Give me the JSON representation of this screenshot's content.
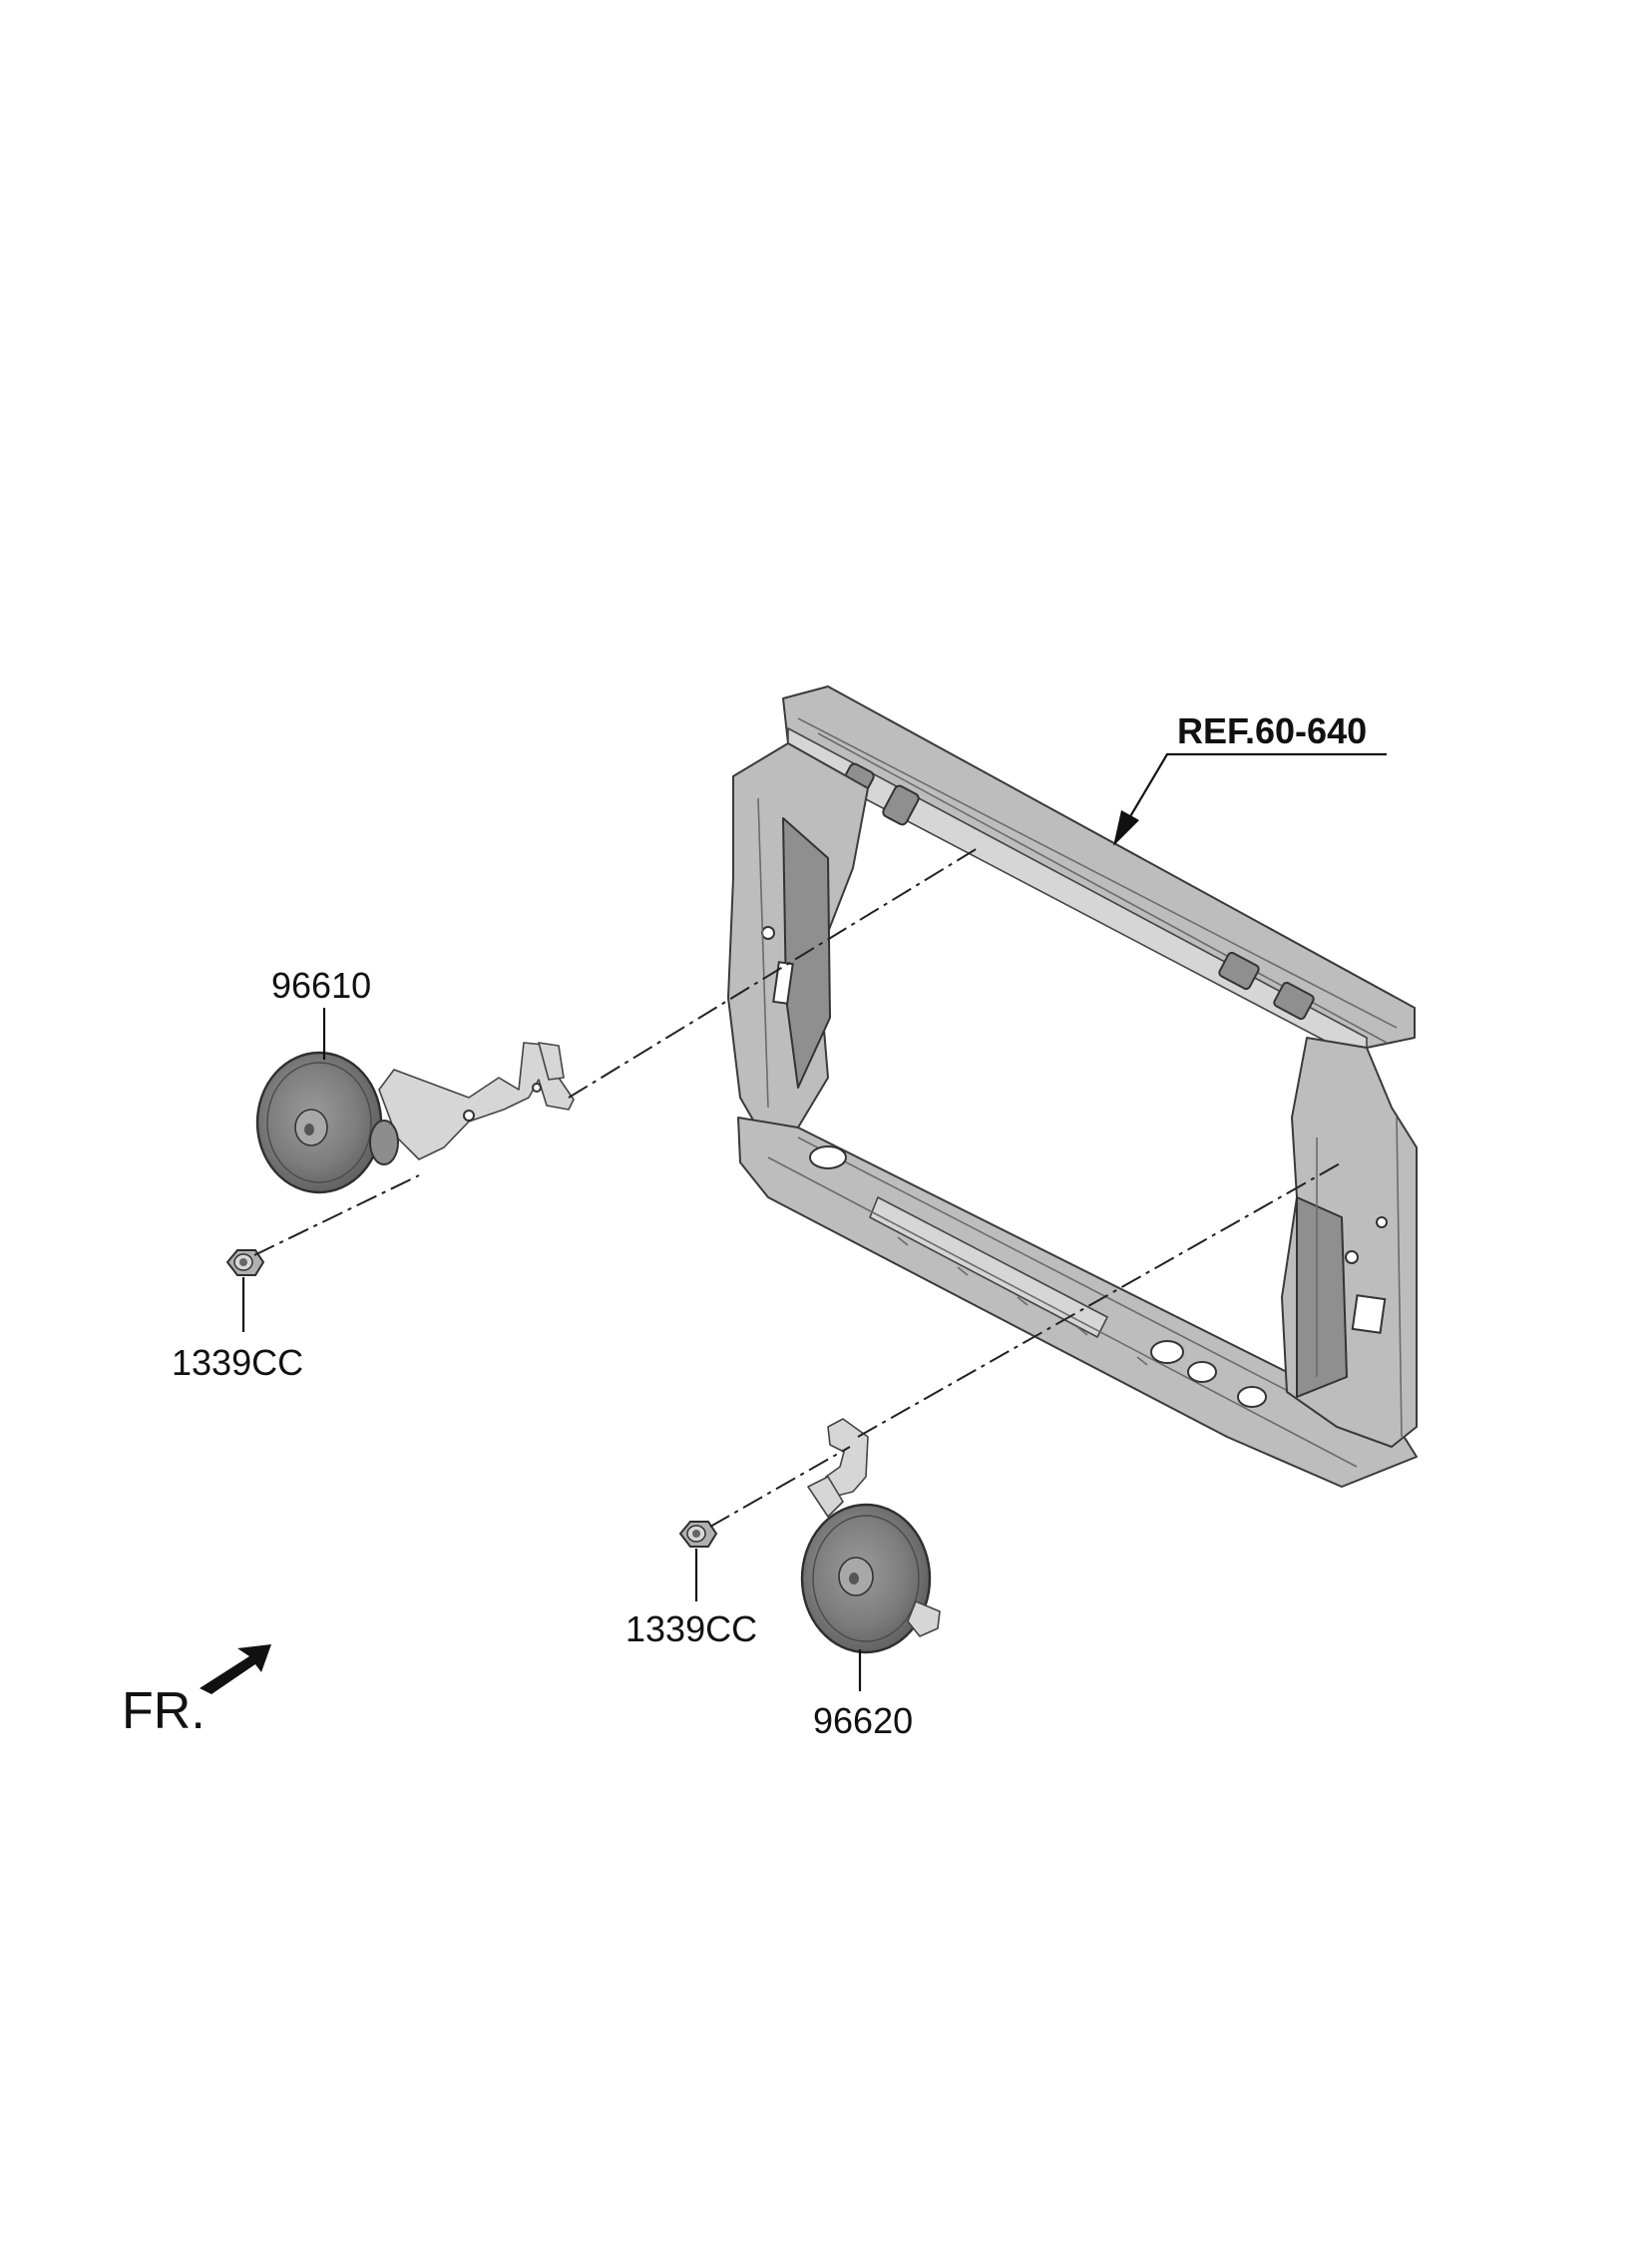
{
  "labels": {
    "ref": "REF.60-640",
    "horn_upper": "96610",
    "horn_lower": "96620",
    "nut_upper": "1339CC",
    "nut_lower": "1339CC",
    "front": "FR."
  }
}
